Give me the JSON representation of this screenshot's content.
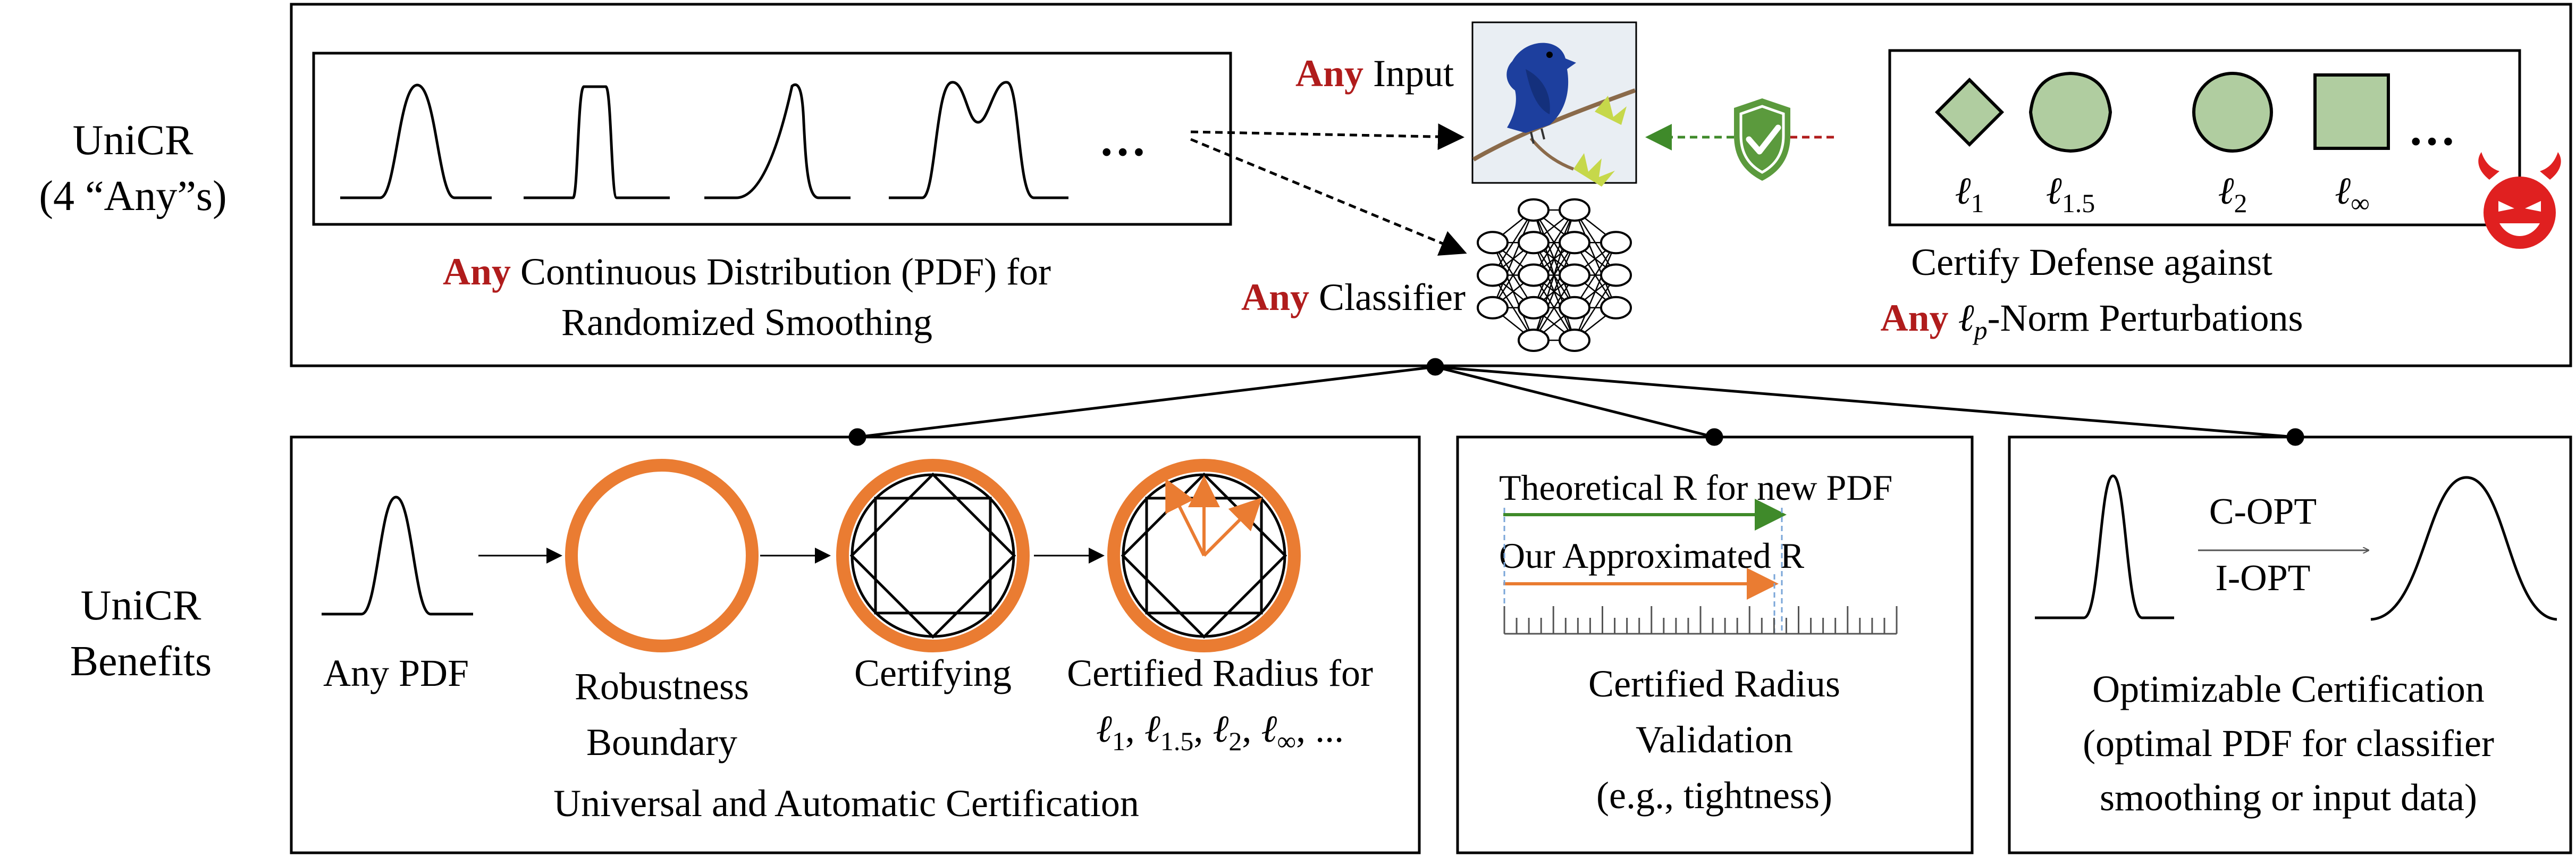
{
  "colors": {
    "any_red": "#b01c1c",
    "orange": "#ea7c32",
    "green": "#3f8a2a",
    "shape_fill": "#b0cda0",
    "shield_green": "#5b9a3d",
    "devil_red": "#e02020",
    "dashed_blue": "#7aa6d8"
  },
  "left_labels": {
    "unicr_line1": "UniCR",
    "unicr_line2": "(4 “Any”s)",
    "benefits_line1": "UniCR",
    "benefits_line2": "Benefits"
  },
  "top_panel": {
    "pdf_ellipsis": "…",
    "pdf_caption_any": "Any",
    "pdf_caption_rest": " Continuous Distribution (PDF) for",
    "pdf_caption_line2": "Randomized Smoothing",
    "input_any": "Any",
    "input_rest": " Input",
    "classifier_any": "Any",
    "classifier_rest": " Classifier",
    "norms": [
      {
        "base": "ℓ",
        "sub": "1"
      },
      {
        "base": "ℓ",
        "sub": "1.5"
      },
      {
        "base": "ℓ",
        "sub": "2"
      },
      {
        "base": "ℓ",
        "sub": "∞"
      }
    ],
    "norm_ellipsis": "…",
    "certify_line1": "Certify Defense against",
    "certify_any": "Any",
    "certify_ell": "ℓ",
    "certify_sub": "p",
    "certify_rest": "-Norm Perturbations",
    "icons": [
      "bird-photo-icon",
      "neural-network-icon",
      "shield-check-icon",
      "devil-icon"
    ]
  },
  "benefits": {
    "panel1": {
      "any_pdf": "Any PDF",
      "boundary_line1": "Robustness",
      "boundary_line2": "Boundary",
      "certifying": "Certifying",
      "radius_line1": "Certified Radius for",
      "radius_line2_parts": [
        {
          "base": "ℓ",
          "sub": "1",
          "sep": ", "
        },
        {
          "base": "ℓ",
          "sub": "1.5",
          "sep": ", "
        },
        {
          "base": "ℓ",
          "sub": "2",
          "sep": ", "
        },
        {
          "base": "ℓ",
          "sub": "∞",
          "sep": ", ..."
        }
      ],
      "caption": "Universal and Automatic Certification"
    },
    "panel2": {
      "theoretical": "Theoretical R for new PDF",
      "approximated": "Our Approximated R",
      "caption_line1": "Certified Radius",
      "caption_line2": "Validation",
      "caption_line3": "(e.g., tightness)"
    },
    "panel3": {
      "copt": "C-OPT",
      "iopt": "I-OPT",
      "caption_line1": "Optimizable Certification",
      "caption_line2": "(optimal PDF for classifier",
      "caption_line3": "smoothing or input data)"
    }
  }
}
